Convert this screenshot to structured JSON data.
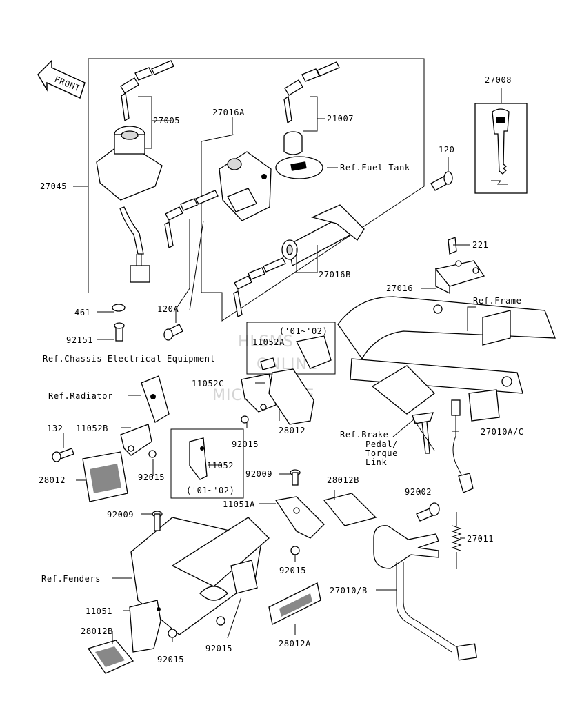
{
  "front_arrow": "FRONT",
  "watermark": [
    "HLSMS",
    "ONLINE",
    "MICROFICHE"
  ],
  "labels": {
    "p27005": "27005",
    "p27016A": "27016A",
    "p21007": "21007",
    "p27008": "27008",
    "p27045": "27045",
    "ref_fuel_tank": "Ref.Fuel Tank",
    "p120": "120",
    "p221": "221",
    "p27016B": "27016B",
    "p27016": "27016",
    "ref_frame": "Ref.Frame",
    "p461": "461",
    "p120A": "120A",
    "p92151": "92151",
    "ref_chassis": "Ref.Chassis Electrical Equipment",
    "note_01_02_top": "('01~'02)",
    "p11052A": "11052A",
    "p11052C": "11052C",
    "ref_radiator": "Ref.Radiator",
    "p11052B": "11052B",
    "p132": "132",
    "p92015_a": "92015",
    "p28012_a": "28012",
    "p28012_b": "28012",
    "p92015_b": "92015",
    "p11052": "11052",
    "note_01_02_mid": "('01~'02)",
    "p27010AC": "27010A/C",
    "ref_brake_1": "Ref.Brake",
    "ref_brake_2": "Pedal/",
    "ref_brake_3": "Torque",
    "ref_brake_4": "Link",
    "p92009_a": "92009",
    "p28012B_a": "28012B",
    "p11051A": "11051A",
    "p92002": "92002",
    "p92009_b": "92009",
    "p27011": "27011",
    "ref_fenders": "Ref.Fenders",
    "p92015_c": "92015",
    "p27010B": "27010/B",
    "p11051": "11051",
    "p28012B_b": "28012B",
    "p92015_d": "92015",
    "p28012A": "28012A",
    "p92015_e": "92015"
  }
}
